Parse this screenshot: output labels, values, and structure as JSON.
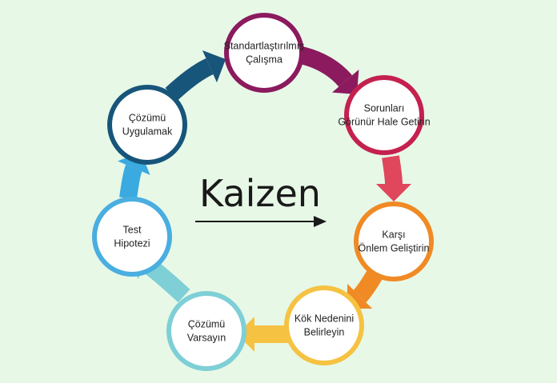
{
  "title": "Kaizen",
  "nodes": [
    {
      "id": "standardized-work",
      "lines": [
        "Standartlaştırılmış",
        "Çalışma"
      ],
      "color": "#8b1a5e"
    },
    {
      "id": "make-problems-visible",
      "lines": [
        "Sorunları",
        "Görünür Hale Getirin"
      ],
      "color": "#c4214f"
    },
    {
      "id": "countermeasure",
      "lines": [
        "Karşı",
        "Önlem Geliştirin"
      ],
      "color": "#f08a24"
    },
    {
      "id": "root-cause",
      "lines": [
        "Kök Nedenini",
        "Belirleyin"
      ],
      "color": "#f6c242"
    },
    {
      "id": "hypothesize-solution",
      "lines": [
        "Çözümü",
        "Varsayın"
      ],
      "color": "#7ecfd6"
    },
    {
      "id": "test-hypothesis",
      "lines": [
        "Test",
        "Hipotezi"
      ],
      "color": "#4aaee0"
    },
    {
      "id": "implement-solution",
      "lines": [
        "Çözümü",
        "Uygulamak"
      ],
      "color": "#17557a"
    }
  ],
  "arrow_colors": [
    "#8b1a5e",
    "#e0465c",
    "#f08a24",
    "#f6c242",
    "#7ecfd6",
    "#3aaae0",
    "#17557a"
  ]
}
